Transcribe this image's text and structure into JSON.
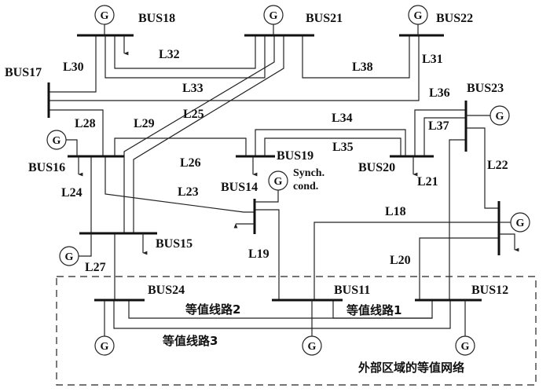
{
  "diagram": {
    "buses": {
      "bus11": "BUS11",
      "bus12": "BUS12",
      "bus14": "BUS14",
      "bus15": "BUS15",
      "bus16": "BUS16",
      "bus17": "BUS17",
      "bus18": "BUS18",
      "bus19": "BUS19",
      "bus20": "BUS20",
      "bus21": "BUS21",
      "bus22": "BUS22",
      "bus23": "BUS23",
      "bus24": "BUS24"
    },
    "lines": {
      "l18": "L18",
      "l19": "L19",
      "l20": "L20",
      "l21": "L21",
      "l22": "L22",
      "l23": "L23",
      "l24": "L24",
      "l25": "L25",
      "l26": "L26",
      "l27": "L27",
      "l28": "L28",
      "l29": "L29",
      "l30": "L30",
      "l31": "L31",
      "l32": "L32",
      "l33": "L33",
      "l34": "L34",
      "l35": "L35",
      "l36": "L36",
      "l37": "L37",
      "l38": "L38"
    },
    "equivalent_lines": {
      "eq1": "等值线路1",
      "eq2": "等值线路2",
      "eq3": "等值线路3"
    },
    "generator_symbol": "G",
    "synch_cond_line1": "Synch.",
    "synch_cond_line2": "cond.",
    "external_area_label": "外部区域的等值网络",
    "colors": {
      "ink": "#111111",
      "background": "#ffffff"
    }
  }
}
